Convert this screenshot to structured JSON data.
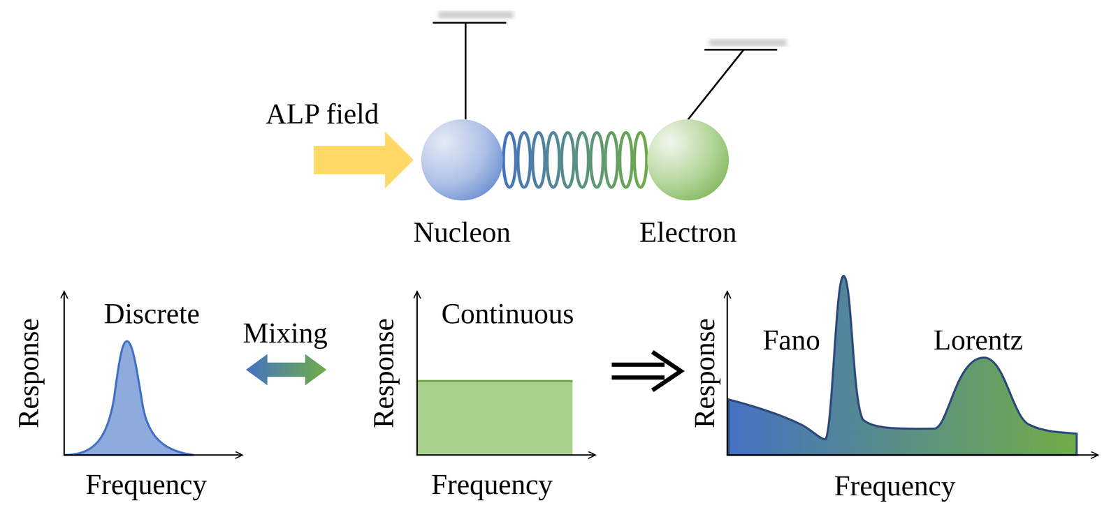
{
  "diagram": {
    "nodes": [
      {
        "text": [
          "Nucleon"
        ]
      },
      {
        "text": [
          "Electron"
        ]
      }
    ],
    "edges": [
      {
        "from": 0,
        "to": 1,
        "arrow": "none"
      }
    ],
    "labels": [
      "ALP field",
      "Response",
      "Discrete",
      "Frequency",
      "Mixing",
      "Response",
      "Continuous",
      "Frequency",
      "Response",
      "Fano",
      "Lorentz",
      "Frequency"
    ]
  }
}
